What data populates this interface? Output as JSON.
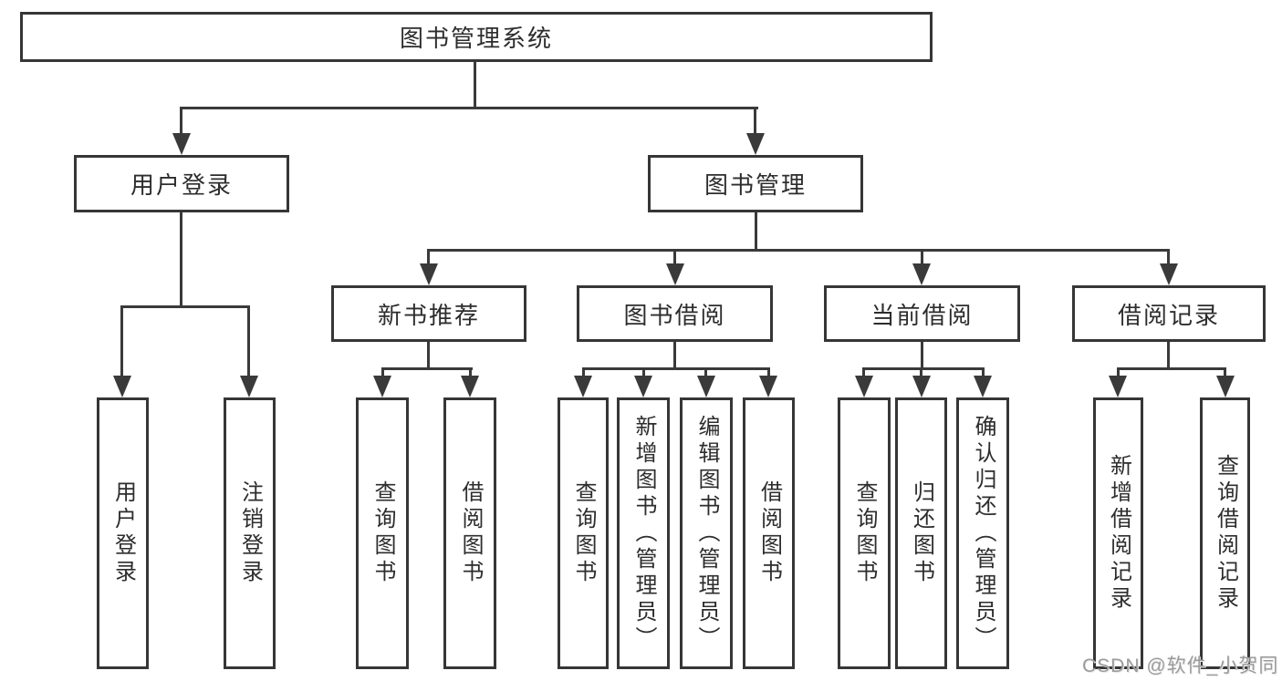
{
  "colors": {
    "background": "#ffffff",
    "line": "#3a3a3a",
    "box_border": "#363636",
    "text": "#2d2d2d",
    "watermark": "#9b9b9b"
  },
  "diagram": {
    "root": {
      "label": "图书管理系统"
    },
    "level2": {
      "user_login": {
        "label": "用户登录"
      },
      "book_management": {
        "label": "图书管理"
      }
    },
    "level3": {
      "new_book_recommend": {
        "label": "新书推荐"
      },
      "book_borrow": {
        "label": "图书借阅"
      },
      "current_borrow": {
        "label": "当前借阅"
      },
      "borrow_records": {
        "label": "借阅记录"
      }
    },
    "leaves": {
      "user_login": {
        "label": "用户登录"
      },
      "logout": {
        "label": "注销登录"
      },
      "recommend_search_book": {
        "label": "查询图书"
      },
      "recommend_borrow_book": {
        "label": "借阅图书"
      },
      "borrow_search_book": {
        "label": "查询图书"
      },
      "borrow_add_book": {
        "label": "新增图书（管理员）"
      },
      "borrow_edit_book": {
        "label": "编辑图书（管理员）"
      },
      "borrow_borrow_book": {
        "label": "借阅图书"
      },
      "current_search_book": {
        "label": "查询图书"
      },
      "current_return_book": {
        "label": "归还图书"
      },
      "current_confirm_return": {
        "label": "确认归还（管理员）"
      },
      "records_add_record": {
        "label": "新增借阅记录"
      },
      "records_search_record": {
        "label": "查询借阅记录"
      }
    }
  },
  "watermark": {
    "text": "CSDN @软件_小贺同学"
  }
}
